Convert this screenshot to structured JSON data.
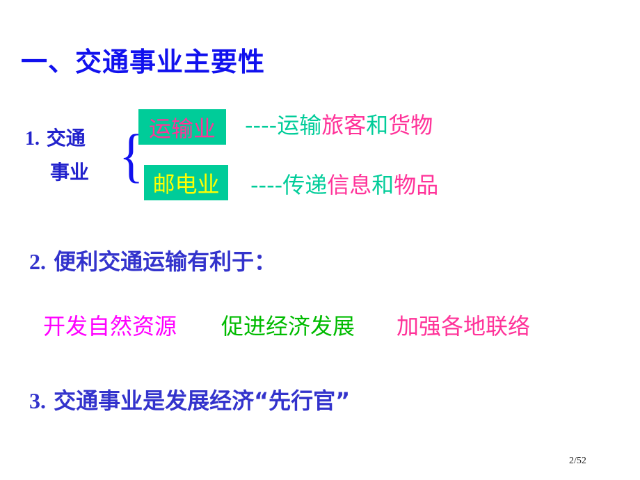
{
  "title": "一、交通事业主要性",
  "section1": {
    "number": "1.",
    "label_line1": "交通",
    "label_line2": "事业",
    "brace": "{",
    "items": [
      {
        "box_label": "运输业",
        "dashes": "----",
        "desc_parts": [
          "运输",
          "旅客",
          "和",
          "货物"
        ]
      },
      {
        "box_label": "邮电业",
        "dashes": "----",
        "desc_parts": [
          "传递",
          "信息",
          "和",
          "物品"
        ]
      }
    ]
  },
  "section2": {
    "number": "2.",
    "heading": "便利交通运输有利于：",
    "benefits": [
      "开发自然资源",
      "促进经济发展",
      "加强各地联络"
    ]
  },
  "section3": {
    "number": "3.",
    "text": "交通事业是发展经济“先行官”"
  },
  "page_number": "2/52",
  "colors": {
    "title_blue": "#1111ee",
    "heading_blue": "#3333cc",
    "box_green": "#00cc99",
    "pink": "#ff3399",
    "magenta": "#ff00ff",
    "green": "#00bb00",
    "yellow": "#ffff00"
  }
}
